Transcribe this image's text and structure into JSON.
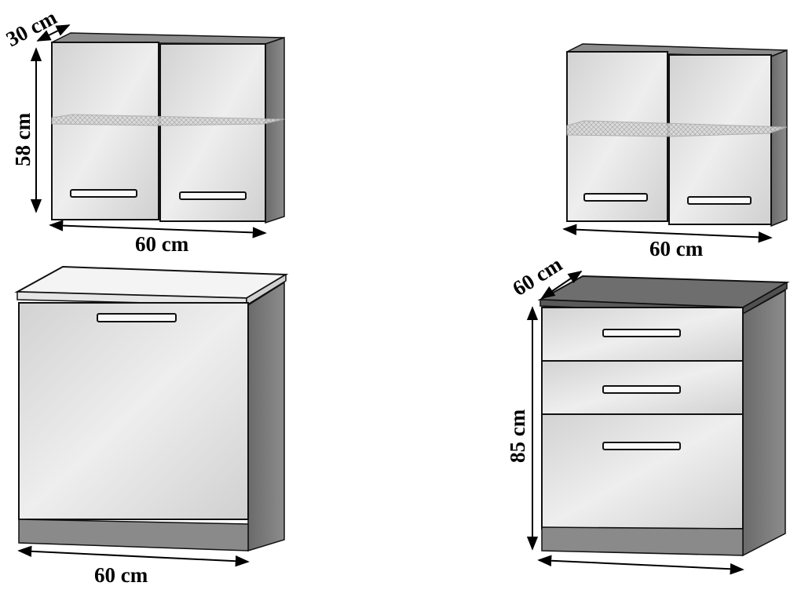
{
  "dimensions": {
    "top_left_depth": "30 cm",
    "top_left_height": "58 cm",
    "top_left_width": "60 cm",
    "top_right_width": "60 cm",
    "bottom_left_width": "60 cm",
    "bottom_right_depth": "60 cm",
    "bottom_right_height": "85 cm"
  },
  "colors": {
    "front": "#dcdcdc",
    "side": "#777777",
    "plinth": "#8a8a8a",
    "worktop_light": "#f2f2f2",
    "worktop_dark": "#6e6e6e",
    "outline": "#111111"
  }
}
